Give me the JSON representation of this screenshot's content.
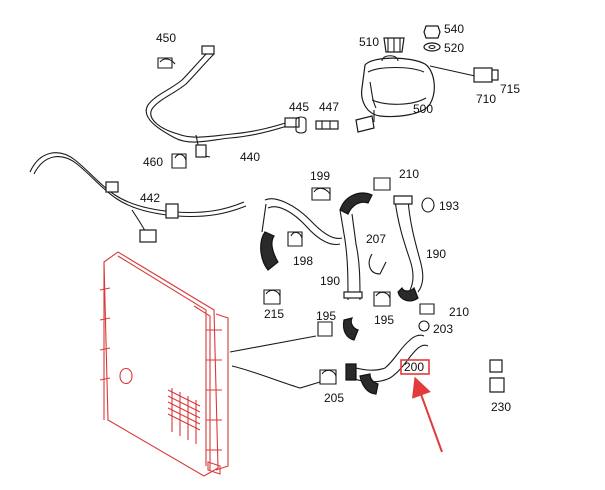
{
  "colors": {
    "accent_red": "#e23b3b",
    "radiator_red": "#d83a3a",
    "ink": "#1a1a1a"
  },
  "labels": {
    "p450": "450",
    "p510": "510",
    "p540": "540",
    "p520": "520",
    "p710": "710",
    "p715": "715",
    "p500": "500",
    "p445": "445",
    "p447": "447",
    "p460": "460",
    "p440": "440",
    "p442": "442",
    "p199": "199",
    "p210a": "210",
    "p193": "193",
    "p207": "207",
    "p198": "198",
    "p190a": "190",
    "p190b": "190",
    "p215": "215",
    "p195a": "195",
    "p195b": "195",
    "p210b": "210",
    "p203": "203",
    "p200": "200",
    "p205": "205",
    "p230": "230"
  },
  "highlight": {
    "part": "200",
    "arrow_icon": "red-arrow-icon"
  }
}
